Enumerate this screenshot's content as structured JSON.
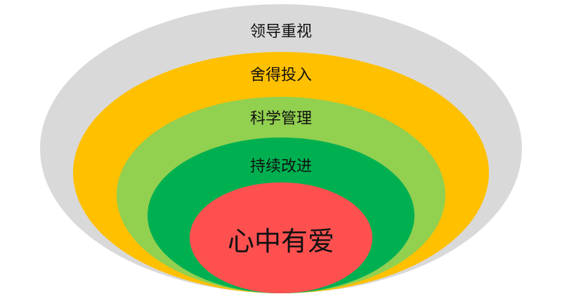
{
  "diagram": {
    "layers": [
      {
        "label": "领导重视",
        "color": "#d9d9d9"
      },
      {
        "label": "舍得投入",
        "color": "#ffc000"
      },
      {
        "label": "科学管理",
        "color": "#92d050"
      },
      {
        "label": "持续改进",
        "color": "#00b050"
      },
      {
        "label": "心中有爱",
        "color": "#ff5050"
      }
    ]
  }
}
